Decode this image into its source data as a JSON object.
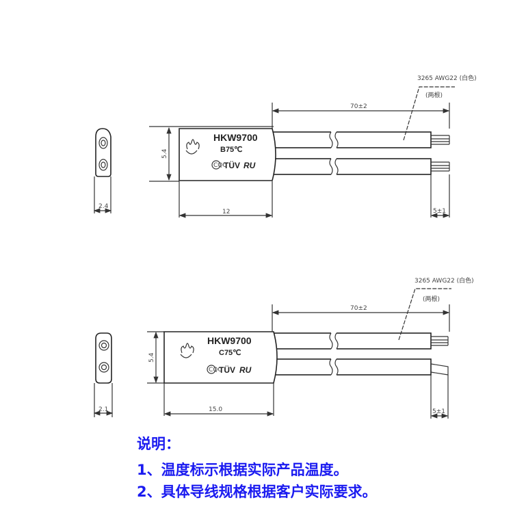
{
  "drawings": [
    {
      "model": "HKW9700",
      "temperature": "B75℃",
      "certifications": [
        "CQC",
        "TÜV",
        "RU"
      ],
      "wire_spec": "3265 AWG22 (白色)",
      "wire_count": "(两根)",
      "dim_wire_length": "70±2",
      "dim_strip": "5±1",
      "dim_height": "5.4",
      "dim_body_length": "12",
      "dim_thickness": "2.4"
    },
    {
      "model": "HKW9700",
      "temperature": "C75℃",
      "certifications": [
        "CQC",
        "TÜV",
        "RU"
      ],
      "wire_spec": "3265 AWG22 (白色)",
      "wire_count": "(两根)",
      "dim_wire_length": "70±2",
      "dim_strip": "5±1",
      "dim_height": "5.4",
      "dim_body_length": "15.0",
      "dim_thickness": "2.1"
    }
  ],
  "notes": {
    "title": "说明：",
    "items": [
      "1、温度标示根据实际产品温度。",
      "2、具体导线规格根据客户实际要求。"
    ]
  },
  "colors": {
    "note_text": "#1b1bf0",
    "line": "#333333"
  }
}
